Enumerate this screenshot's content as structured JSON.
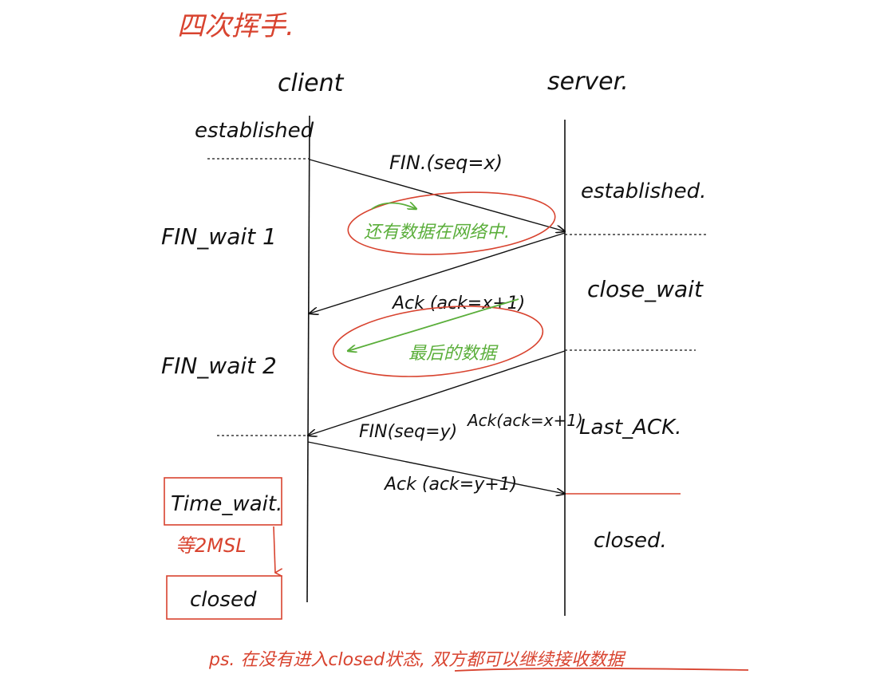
{
  "title": "四次挥手.",
  "participants": {
    "client": "client",
    "server": "server."
  },
  "client_states": {
    "established": "established",
    "fin_wait_1": "FIN_wait 1",
    "fin_wait_2": "FIN_wait 2",
    "time_wait": "Time_wait.",
    "closed": "closed"
  },
  "server_states": {
    "established": "established.",
    "close_wait": "close_wait",
    "last_ack": "Last_ACK.",
    "closed": "closed."
  },
  "messages": {
    "fin_1": "FIN.(seq=x)",
    "ack_1": "Ack (ack=x+1)",
    "fin_2": "FIN(seq=y)",
    "ack_2": "Ack (ack=y+1)"
  },
  "annotations": {
    "data_in_network": "还有数据在网络中.",
    "last_data": "最后的数据",
    "ack_repeat": "Ack(ack=x+1)",
    "wait_2msl": "等2MSL",
    "ps_note": "ps. 在没有进入closed状态, 双方都可以继续接收数据"
  },
  "colors": {
    "ink": "#111111",
    "red": "#d8432f",
    "green": "#5aae3a"
  }
}
